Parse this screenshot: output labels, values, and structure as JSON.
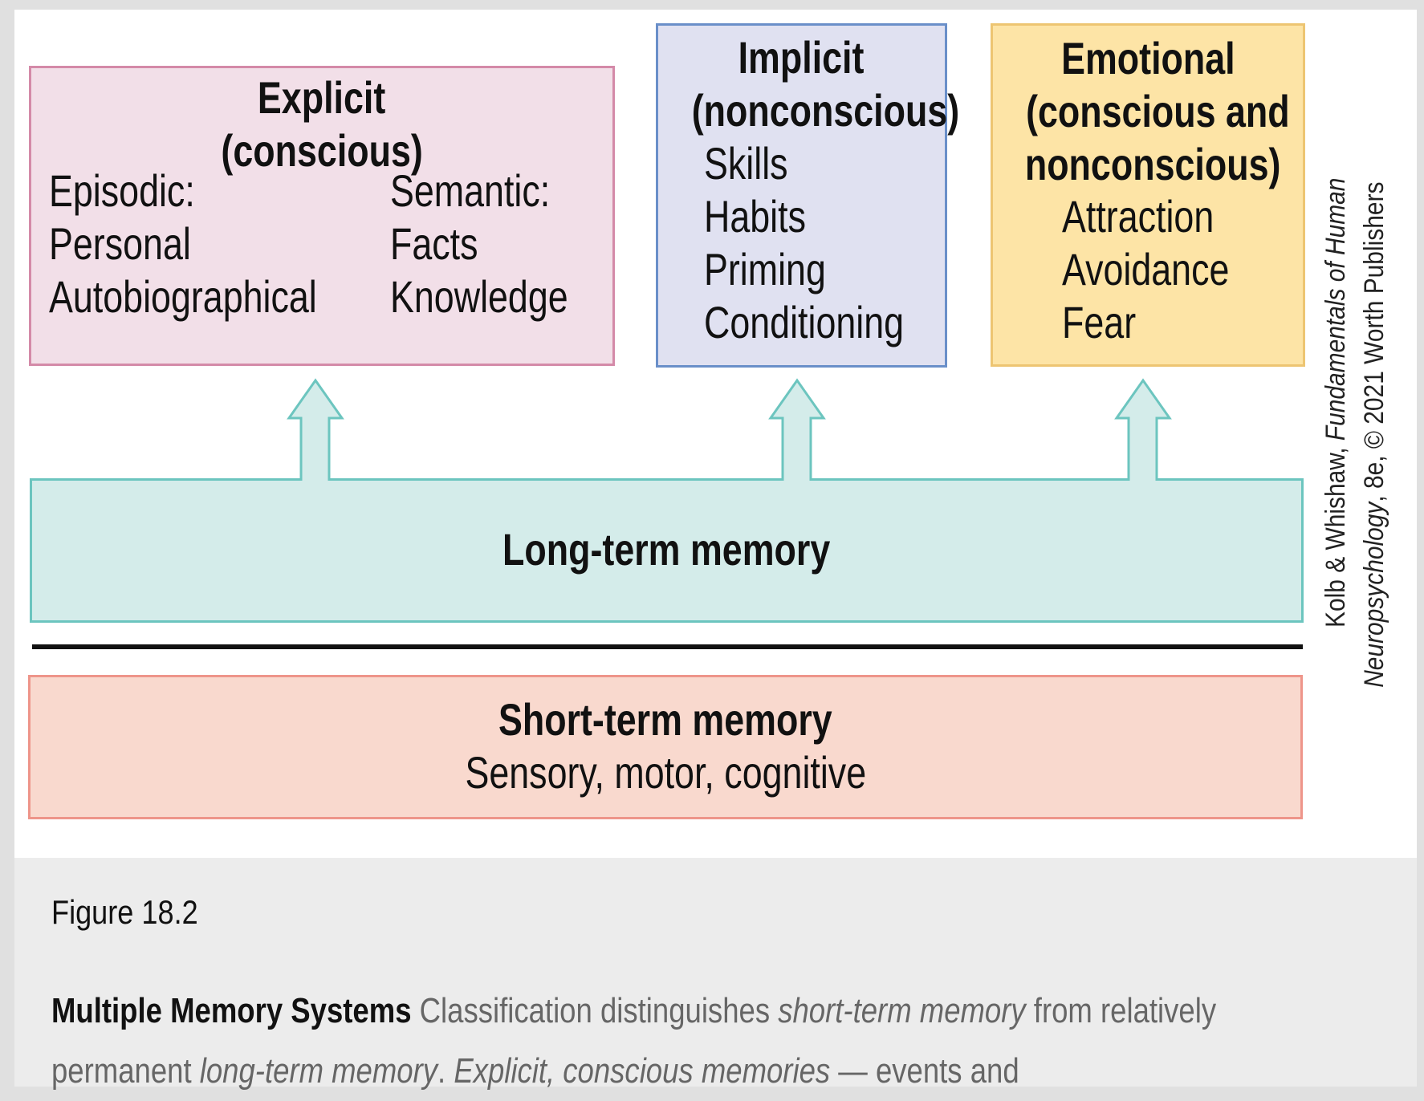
{
  "diagram": {
    "explicit": {
      "title": "Explicit",
      "subtitle": "(conscious)",
      "columns": [
        {
          "heading": "Episodic:",
          "items": [
            "Personal",
            "Autobiographical"
          ]
        },
        {
          "heading": "Semantic:",
          "items": [
            "Facts",
            "Knowledge"
          ]
        }
      ]
    },
    "implicit": {
      "title": "Implicit",
      "subtitle": "(nonconscious)",
      "items": [
        "Skills",
        "Habits",
        "Priming",
        "Conditioning"
      ]
    },
    "emotional": {
      "title": "Emotional",
      "subtitle_line1": "(conscious and",
      "subtitle_line2": "nonconscious)",
      "items": [
        "Attraction",
        "Avoidance",
        "Fear"
      ]
    },
    "long_term": {
      "label": "Long-term memory"
    },
    "short_term": {
      "label": "Short-term memory",
      "sublabel": "Sensory, motor, cognitive"
    },
    "arrows": [
      "to-explicit",
      "to-implicit",
      "to-emotional"
    ],
    "credit": {
      "line1_plain": "Kolb & Whishaw, ",
      "line1_italic": "Fundamentals of Human",
      "line2_italic": "Neuropsychology",
      "line2_plain": ", 8e, © 2021 Worth Publishers"
    },
    "colors": {
      "explicit_fill": "#f2dfe8",
      "explicit_border": "#d48aa8",
      "implicit_fill": "#e0e1f1",
      "implicit_border": "#6a8fc9",
      "emotional_fill": "#fde4a6",
      "emotional_border": "#edc572",
      "longterm_fill": "#d4ecea",
      "longterm_border": "#6cc5bf",
      "shortterm_fill": "#f9d9ce",
      "shortterm_border": "#ee958a"
    }
  },
  "caption": {
    "figure_label": "Figure 18.2",
    "title": "Multiple Memory Systems",
    "seg1": " Classification distinguishes ",
    "seg2_italic": "short-term memory",
    "seg3": " from relatively permanent ",
    "seg4_italic": "long-term memory",
    "seg5": ". ",
    "seg6_italic": "Explicit, conscious memories",
    "seg7": " — events and"
  }
}
